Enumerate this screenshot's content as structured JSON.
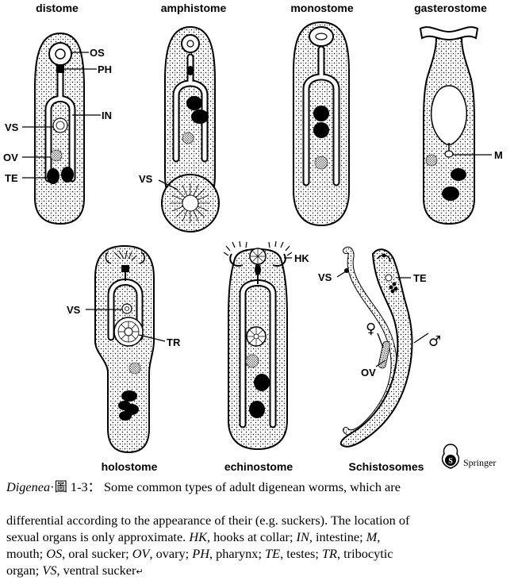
{
  "titles": {
    "distome": "distome",
    "amphistome": "amphistome",
    "monostome": "monostome",
    "gasterostome": "gasterostome",
    "holostome": "holostome",
    "echinostome": "echinostome",
    "schistosomes": "Schistosomes"
  },
  "labels": {
    "os": "OS",
    "ph": "PH",
    "in": "IN",
    "vs": "VS",
    "ov": "OV",
    "te": "TE",
    "m": "M",
    "hk": "HK",
    "tr": "TR",
    "female": "♀",
    "male": "♂"
  },
  "publisher": "Springer",
  "caption": {
    "genus": "Digenea",
    "figure_ref": "·圖 1-3：",
    "line1_rest": " Some common types of adult digenean worms, which are",
    "line2": "differential according to the appearance of their (e.g. suckers). The location of",
    "line3": "sexual organs is only approximate.",
    "abbreviations": [
      {
        "abbr": "HK",
        "text": ", hooks at collar; "
      },
      {
        "abbr": "IN",
        "text": ", intestine; "
      },
      {
        "abbr": "M",
        "text": ","
      },
      {
        "abbr": "",
        "text": "mouth; "
      },
      {
        "abbr": "OS",
        "text": ", oral sucker; "
      },
      {
        "abbr": "OV",
        "text": ", ovary; "
      },
      {
        "abbr": "PH",
        "text": ", pharynx; "
      },
      {
        "abbr": "TE",
        "text": ", testes; "
      },
      {
        "abbr": "TR",
        "text": ", tribocytic"
      },
      {
        "abbr": "",
        "text": "organ; "
      },
      {
        "abbr": "VS",
        "text": ", ventral sucker"
      }
    ],
    "end_mark": "↵"
  }
}
